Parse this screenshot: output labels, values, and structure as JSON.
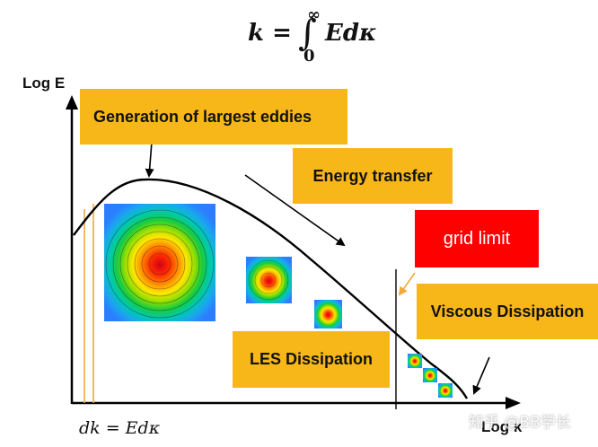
{
  "formula": {
    "lhs": "k = ",
    "upper": "∞",
    "lower": "0",
    "integrand": "Edκ"
  },
  "axes": {
    "y_label": "Log E",
    "x_label": "Log κ"
  },
  "boxes": {
    "generation": "Generation of largest eddies",
    "energy_transfer": "Energy transfer",
    "grid_limit": "grid limit",
    "viscous": "Viscous Dissipation",
    "les": "LES Dissipation"
  },
  "bottom_formula": "dk = Edκ",
  "watermark": "知乎 @BB学长",
  "colors": {
    "box": "#f7b718",
    "grid_limit": "#ff0000",
    "grid_limit_text": "#ffffff",
    "orange_lines": "#f2a93b",
    "curve": "#000000"
  }
}
